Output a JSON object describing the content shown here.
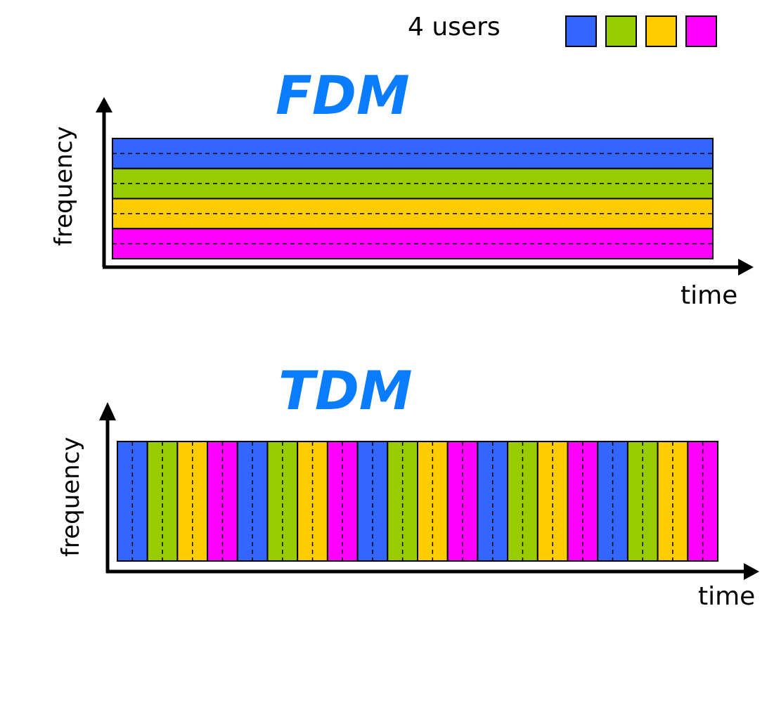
{
  "legend": {
    "label": "4 users",
    "colors": [
      "#3366ff",
      "#99cc00",
      "#ffcc00",
      "#ff00ff"
    ]
  },
  "fdm": {
    "title": "FDM",
    "y_label": "frequency",
    "x_label": "time"
  },
  "tdm": {
    "title": "TDM",
    "y_label": "frequency",
    "x_label": "time",
    "slot_count": 20
  },
  "colors": {
    "title": "#0a7cff",
    "axis": "#000000",
    "divider": "#000000"
  }
}
